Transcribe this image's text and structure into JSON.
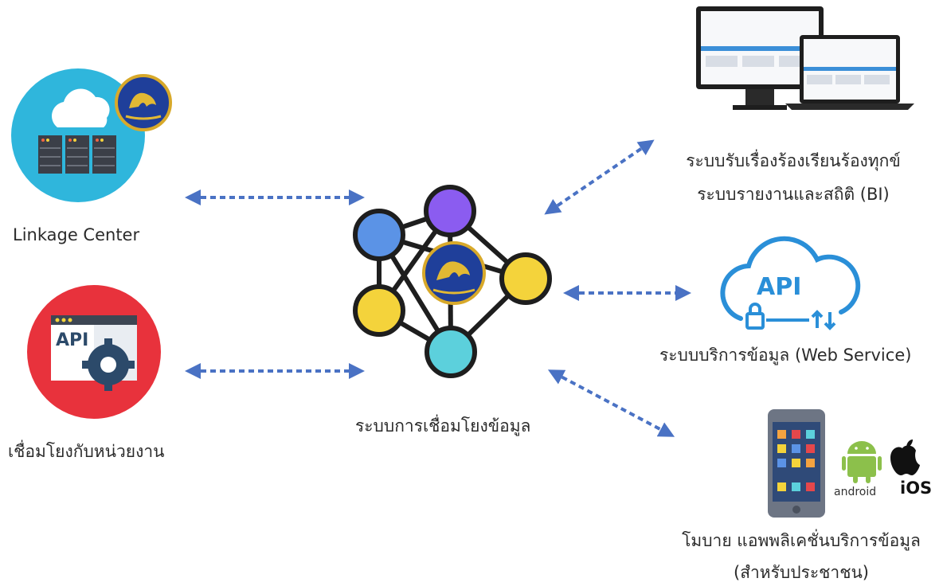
{
  "nodes": {
    "linkage_center": {
      "label": "Linkage Center"
    },
    "agency_link": {
      "label": "เชื่อมโยงกับหน่วยงาน",
      "icon_text": "API"
    },
    "hub": {
      "label": "ระบบการเชื่อมโยงข้อมูล"
    },
    "complaint_bi": {
      "line1": "ระบบรับเรื่องร้องเรียนร้องทุกข์",
      "line2": "ระบบรายงานและสถิติ (BI)"
    },
    "web_service": {
      "label": "ระบบบริการข้อมูล (Web Service)",
      "icon_text": "API"
    },
    "mobile": {
      "line1": "โมบาย แอพพลิเคชั่นบริการข้อมูล",
      "line2": "(สำหรับประชาชน)",
      "android_text": "android",
      "ios_text": "iOS"
    }
  },
  "colors": {
    "arrow": "#4a72c4",
    "linkage_circle": "#2fb6dc",
    "api_circle": "#e8323c",
    "node_blue": "#5b93e6",
    "node_purple": "#8b5cf0",
    "node_yellow": "#f4d33b",
    "node_cyan": "#5cd0dc",
    "api_cloud": "#2a8fd8",
    "android": "#8cc04b"
  },
  "icons": [
    "cloud-server-icon",
    "emblem-icon",
    "api-gear-icon",
    "network-hub-icon",
    "desktop-laptop-icon",
    "api-cloud-icon",
    "smartphone-icon",
    "android-icon",
    "apple-icon"
  ]
}
